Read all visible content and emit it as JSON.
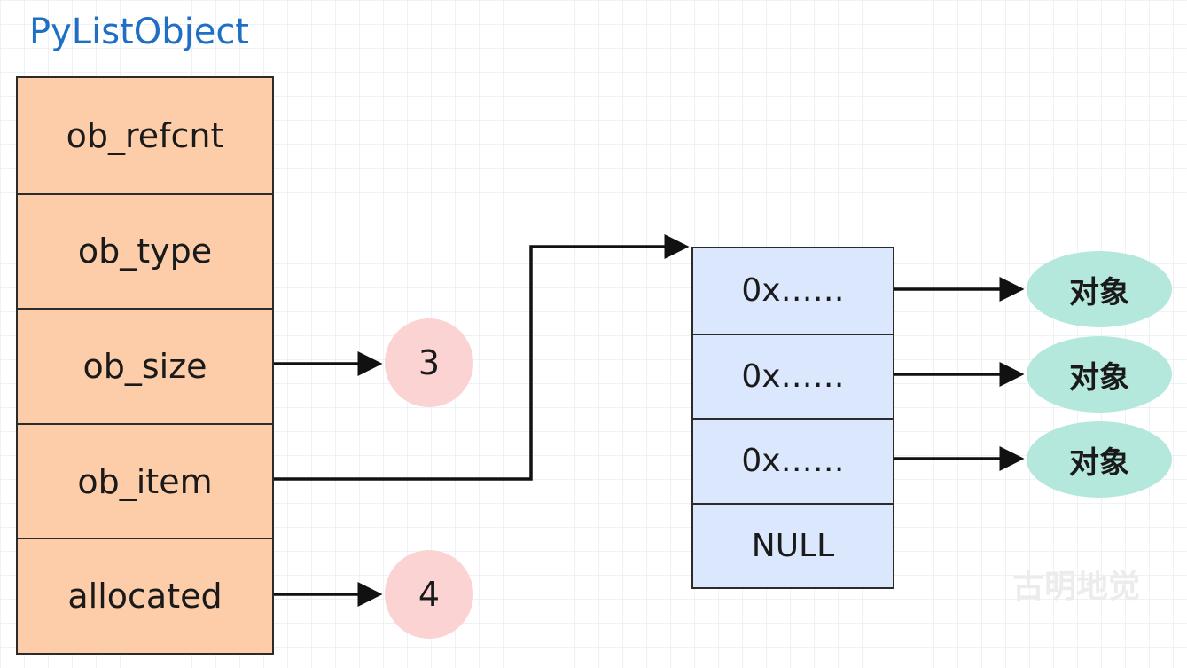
{
  "title": "PyListObject",
  "struct_fields": [
    "ob_refcnt",
    "ob_type",
    "ob_size",
    "ob_item",
    "allocated"
  ],
  "values": {
    "ob_size": "3",
    "allocated": "4"
  },
  "item_slots": [
    "0x……",
    "0x……",
    "0x……",
    "NULL"
  ],
  "object_label": "对象",
  "watermark": "古明地觉",
  "colors": {
    "title": "#1f6fc4",
    "struct_fill": "#fdcca8",
    "array_fill": "#dbe7fd",
    "value_circle_fill": "#fcd3d3",
    "object_fill": "#b5e8dd"
  }
}
